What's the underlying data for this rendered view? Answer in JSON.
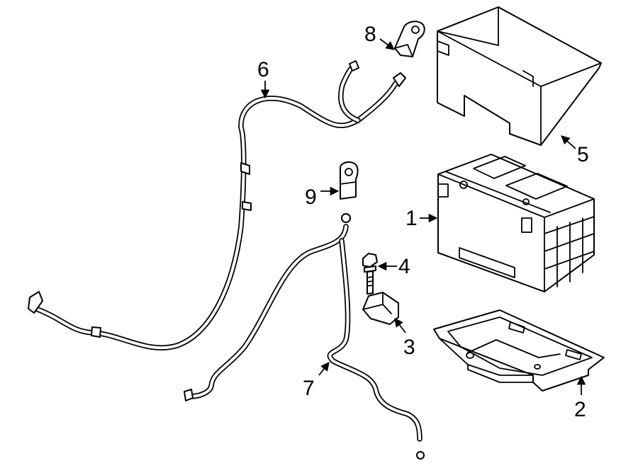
{
  "diagram": {
    "colors": {
      "ink": "#000000",
      "paper": "#ffffff"
    },
    "callouts": [
      {
        "id": "1",
        "label": "1"
      },
      {
        "id": "2",
        "label": "2"
      },
      {
        "id": "3",
        "label": "3"
      },
      {
        "id": "4",
        "label": "4"
      },
      {
        "id": "5",
        "label": "5"
      },
      {
        "id": "6",
        "label": "6"
      },
      {
        "id": "7",
        "label": "7"
      },
      {
        "id": "8",
        "label": "8"
      },
      {
        "id": "9",
        "label": "9"
      }
    ]
  }
}
